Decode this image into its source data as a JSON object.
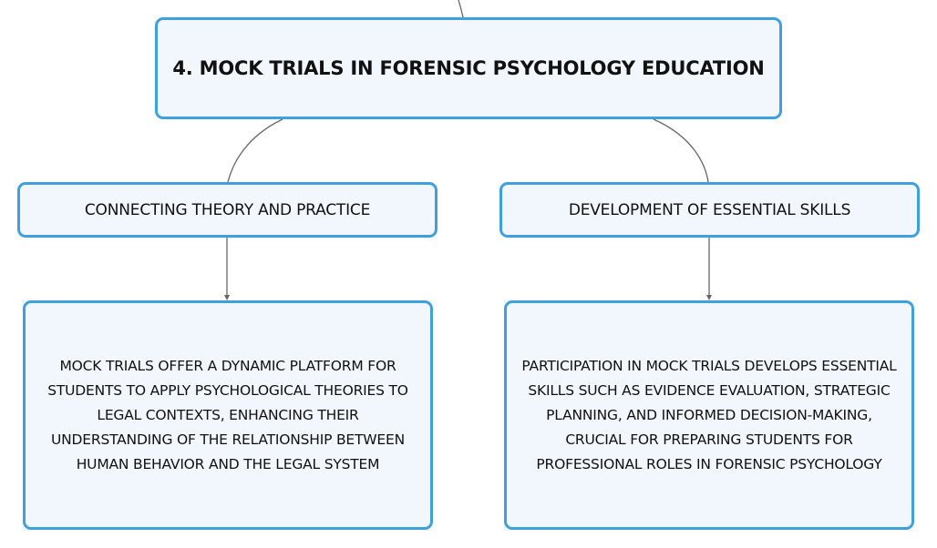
{
  "root": {
    "title": "4. MOCK TRIALS IN FORENSIC PSYCHOLOGY EDUCATION"
  },
  "branches": [
    {
      "title": "CONNECTING THEORY AND PRACTICE",
      "detail": "MOCK TRIALS OFFER A DYNAMIC PLATFORM FOR STUDENTS TO APPLY PSYCHOLOGICAL THEORIES TO LEGAL CONTEXTS, ENHANCING THEIR UNDERSTANDING OF THE RELATIONSHIP BETWEEN HUMAN BEHAVIOR AND THE LEGAL SYSTEM"
    },
    {
      "title": "DEVELOPMENT OF ESSENTIAL SKILLS",
      "detail": "PARTICIPATION IN MOCK TRIALS DEVELOPS ESSENTIAL SKILLS SUCH AS EVIDENCE EVALUATION, STRATEGIC PLANNING, AND INFORMED DECISION-MAKING, CRUCIAL FOR PREPARING STUDENTS FOR PROFESSIONAL ROLES IN FORENSIC PSYCHOLOGY"
    }
  ],
  "colors": {
    "node_border": "#3fa0e0",
    "node_fill": "#f1f7fc",
    "connector": "#666666"
  }
}
